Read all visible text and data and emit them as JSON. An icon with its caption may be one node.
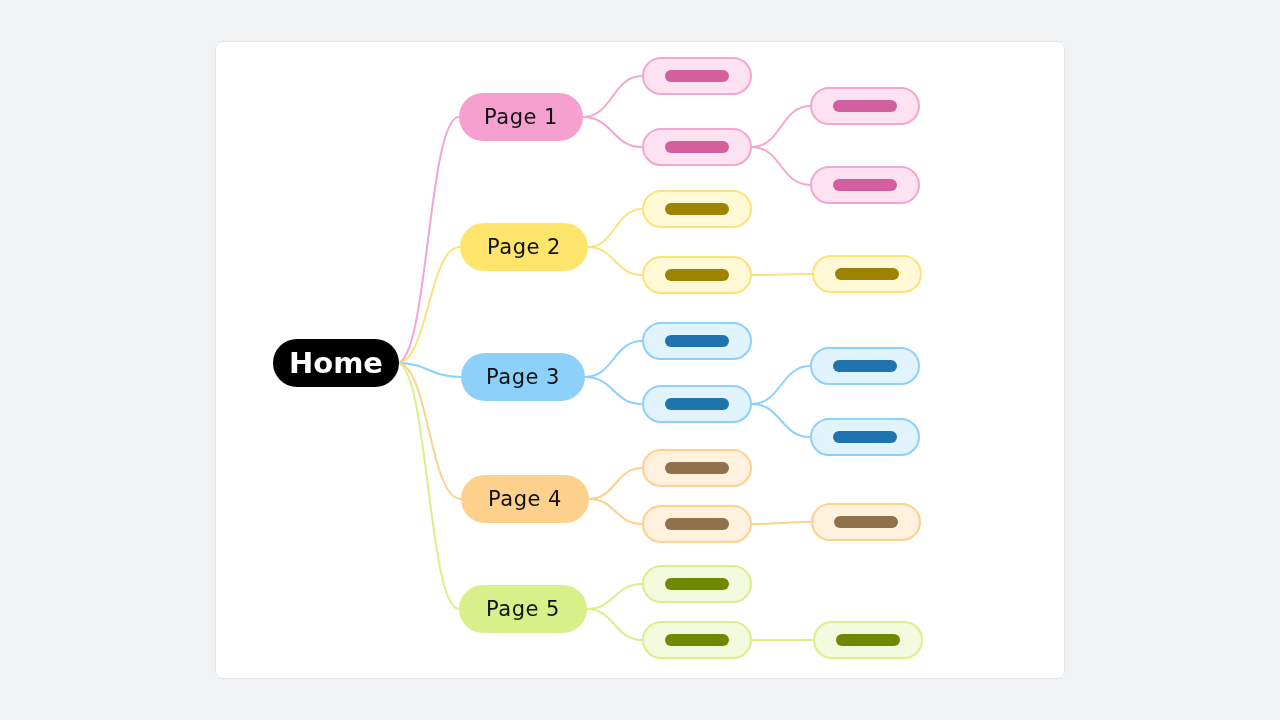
{
  "diagram": {
    "nodes": [
      {
        "text": [
          "Home"
        ]
      },
      {
        "text": [
          "Page 1"
        ]
      },
      {
        "text": [],
        "shape": "box"
      },
      {
        "text": [],
        "shape": "box"
      },
      {
        "text": [],
        "shape": "box"
      },
      {
        "text": [],
        "shape": "box"
      },
      {
        "text": [
          "Page 2"
        ]
      },
      {
        "text": [],
        "shape": "box"
      },
      {
        "text": [],
        "shape": "box"
      },
      {
        "text": [],
        "shape": "box"
      },
      {
        "text": [
          "Page 3"
        ]
      },
      {
        "text": [],
        "shape": "box"
      },
      {
        "text": [],
        "shape": "box"
      },
      {
        "text": [],
        "shape": "box"
      },
      {
        "text": [],
        "shape": "box"
      },
      {
        "text": [
          "Page 4"
        ]
      },
      {
        "text": [],
        "shape": "box"
      },
      {
        "text": [],
        "shape": "box"
      },
      {
        "text": [],
        "shape": "box"
      },
      {
        "text": [
          "Page 5"
        ]
      },
      {
        "text": [],
        "shape": "box"
      },
      {
        "text": [],
        "shape": "box"
      },
      {
        "text": [],
        "shape": "box"
      }
    ],
    "edges": [
      {
        "from": 0,
        "to": 1,
        "arrow": "none",
        "color": "#f4a6d2"
      },
      {
        "from": 1,
        "to": 2,
        "arrow": "none",
        "color": "#f4a6d2"
      },
      {
        "from": 1,
        "to": 3,
        "arrow": "none",
        "color": "#f4a6d2"
      },
      {
        "from": 3,
        "to": 4,
        "arrow": "none",
        "color": "#f4a6d2"
      },
      {
        "from": 3,
        "to": 5,
        "arrow": "none",
        "color": "#f4a6d2"
      },
      {
        "from": 0,
        "to": 6,
        "arrow": "none",
        "color": "#fbe27a"
      },
      {
        "from": 6,
        "to": 7,
        "arrow": "none",
        "color": "#fbe27a"
      },
      {
        "from": 6,
        "to": 8,
        "arrow": "none",
        "color": "#fbe27a"
      },
      {
        "from": 8,
        "to": 9,
        "arrow": "none",
        "color": "#fbe27a"
      },
      {
        "from": 0,
        "to": 10,
        "arrow": "none",
        "color": "#8dd1fb"
      },
      {
        "from": 10,
        "to": 11,
        "arrow": "none",
        "color": "#8dd1fb"
      },
      {
        "from": 10,
        "to": 12,
        "arrow": "none",
        "color": "#8dd1fb"
      },
      {
        "from": 12,
        "to": 13,
        "arrow": "none",
        "color": "#8dd1fb"
      },
      {
        "from": 12,
        "to": 14,
        "arrow": "none",
        "color": "#8dd1fb"
      },
      {
        "from": 0,
        "to": 15,
        "arrow": "none",
        "color": "#fdd08c"
      },
      {
        "from": 15,
        "to": 16,
        "arrow": "none",
        "color": "#fdd08c"
      },
      {
        "from": 15,
        "to": 17,
        "arrow": "none",
        "color": "#fdd08c"
      },
      {
        "from": 17,
        "to": 18,
        "arrow": "none",
        "color": "#fdd08c"
      },
      {
        "from": 0,
        "to": 19,
        "arrow": "none",
        "color": "#d9f08a"
      },
      {
        "from": 19,
        "to": 20,
        "arrow": "none",
        "color": "#d9f08a"
      },
      {
        "from": 19,
        "to": 21,
        "arrow": "none",
        "color": "#d9f08a"
      },
      {
        "from": 21,
        "to": 22,
        "arrow": "none",
        "color": "#d9f08a"
      }
    ]
  }
}
